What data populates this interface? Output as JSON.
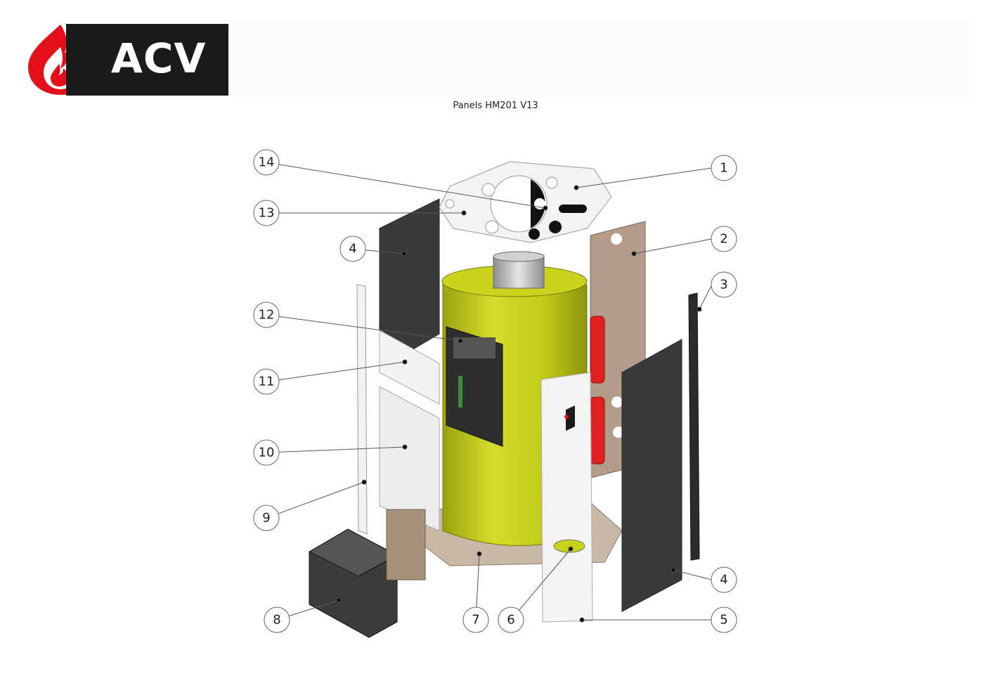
{
  "logo": {
    "text": "ACV",
    "icon": "flame-icon",
    "brand_red": "#e3101b",
    "bar_color": "#1b1b1b"
  },
  "title": "Panels HM201 V13",
  "callouts": [
    {
      "id": "c1",
      "label": "1"
    },
    {
      "id": "c2",
      "label": "2"
    },
    {
      "id": "c3",
      "label": "3"
    },
    {
      "id": "c4a",
      "label": "4"
    },
    {
      "id": "c4b",
      "label": "4"
    },
    {
      "id": "c5",
      "label": "5"
    },
    {
      "id": "c6",
      "label": "6"
    },
    {
      "id": "c7",
      "label": "7"
    },
    {
      "id": "c8",
      "label": "8"
    },
    {
      "id": "c9",
      "label": "9"
    },
    {
      "id": "c10",
      "label": "10"
    },
    {
      "id": "c11",
      "label": "11"
    },
    {
      "id": "c12",
      "label": "12"
    },
    {
      "id": "c13",
      "label": "13"
    },
    {
      "id": "c14",
      "label": "14"
    }
  ],
  "colors": {
    "tank": "#c9d21a",
    "panel_dark": "#3a3a3a",
    "panel_tan": "#b39d8a",
    "panel_white": "#f4f4f4",
    "expansion_red": "#e02020"
  }
}
